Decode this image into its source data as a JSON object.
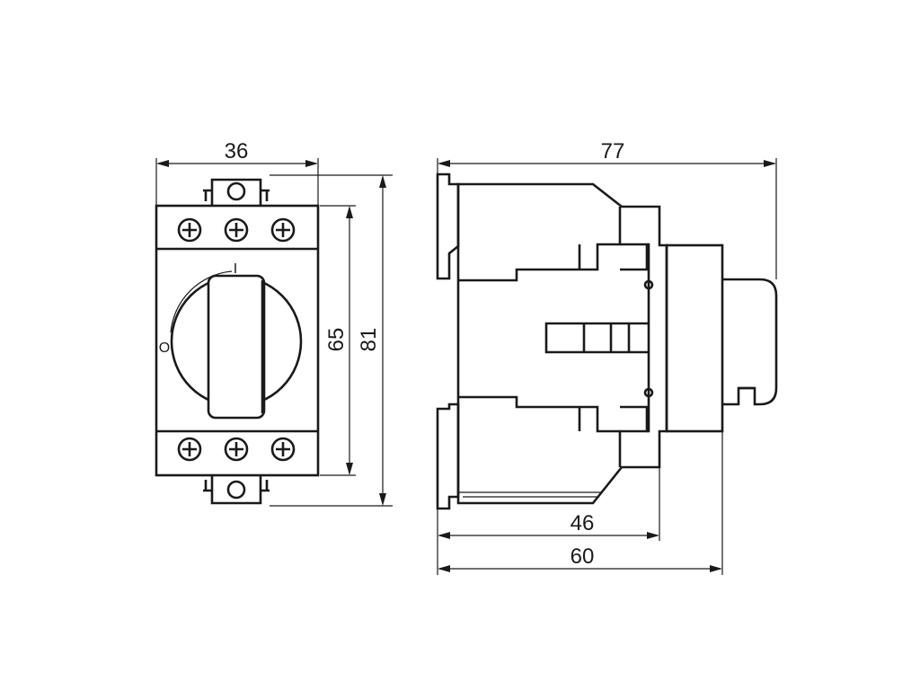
{
  "dimensions": {
    "front_width": "36",
    "front_inner_height": "65",
    "front_total_height": "81",
    "side_total_width": "77",
    "side_body_depth": "46",
    "side_mount_depth": "60"
  },
  "switch_markings": {
    "on": "I",
    "off": "O"
  },
  "colors": {
    "line": "#1a1a1a",
    "background": "#ffffff"
  }
}
